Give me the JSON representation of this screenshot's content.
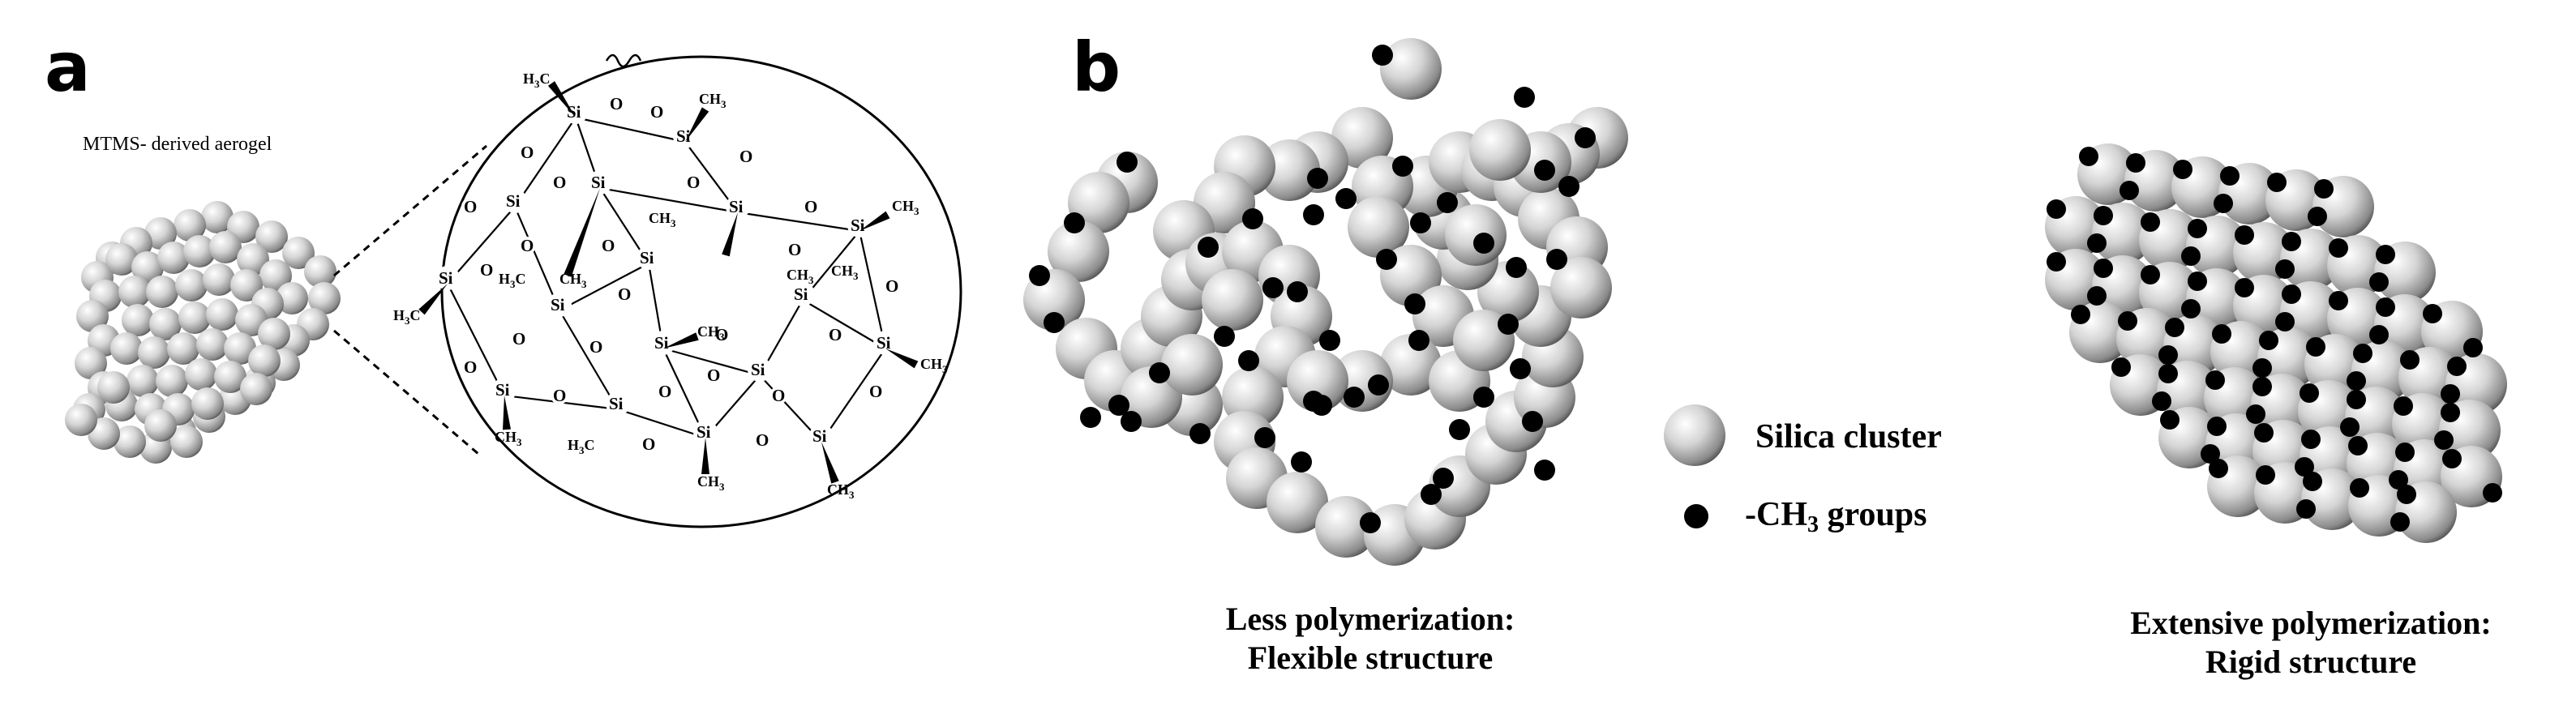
{
  "panel_a": {
    "label": "a",
    "aerogel_label": "MTMS- derived aerogel",
    "atoms": {
      "si": "Si",
      "o": "O",
      "ch3": "CH",
      "h3c": "H",
      "c": "C",
      "sub3": "3"
    }
  },
  "panel_b": {
    "label": "b",
    "legend": {
      "silica": "Silica cluster",
      "ch3_prefix": "-CH",
      "ch3_sub": "3",
      "ch3_suffix": " groups"
    },
    "caption_left": {
      "line1": "Less polymerization:",
      "line2": "Flexible structure"
    },
    "caption_right": {
      "line1": "Extensive polymerization:",
      "line2": "Rigid structure"
    }
  },
  "colors": {
    "sphere_light": "#ffffff",
    "sphere_mid": "#bdbdbd",
    "sphere_dark": "#4a4a4a",
    "methyl": "#000000"
  }
}
